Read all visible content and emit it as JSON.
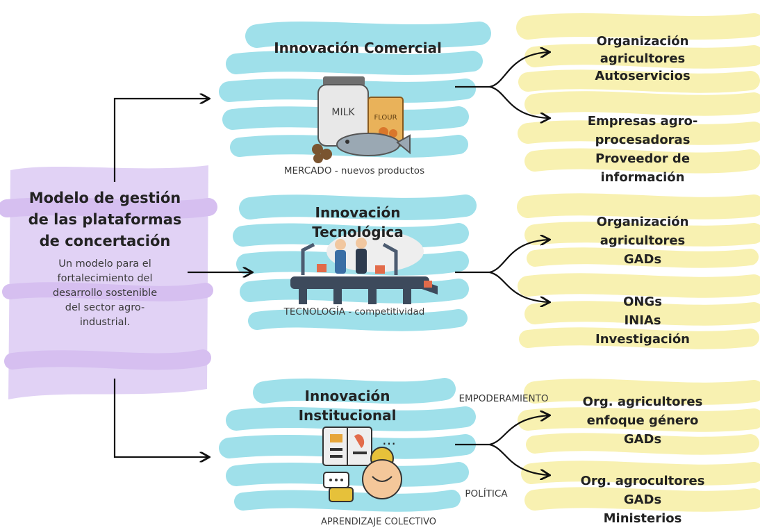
{
  "colors": {
    "cyan_wash": "#7fd6e4",
    "yellow_wash": "#f7eea0",
    "purple_wash": "#d9c3f2",
    "arrow": "#111111",
    "text": "#222222"
  },
  "center": {
    "title_lines": [
      "Modelo de gestión",
      "de las plataformas",
      "de concertación"
    ],
    "subtitle_lines": [
      "Un modelo para el",
      "fortalecimiento del",
      "desarrollo sostenible",
      "del sector agro-",
      "industrial."
    ]
  },
  "branches": [
    {
      "title_lines": [
        "Innovación Comercial"
      ],
      "caption": "MERCADO - nuevos productos",
      "icon": "grocery-icon",
      "illustration_labels": {
        "jar": "MILK",
        "bag": "FLOUR"
      }
    },
    {
      "title_lines": [
        "Innovación",
        "Tecnológica"
      ],
      "caption": "TECNOLOGÍA - competitividad",
      "icon": "factory-line-icon"
    },
    {
      "title_lines": [
        "Innovación",
        "Institucional"
      ],
      "caption": "APRENDIZAJE COLECTIVO",
      "icon": "learning-icon",
      "side_labels": [
        "EMPODERAMIENTO",
        "POLÍTICA"
      ]
    }
  ],
  "outcomes": [
    [
      "Organización",
      "agricultores",
      "Autoservicios"
    ],
    [
      "Empresas agro-",
      "procesadoras",
      "Proveedor de",
      "información"
    ],
    [
      "Organización",
      "agricultores",
      "GADs"
    ],
    [
      "ONGs",
      "INIAs",
      "Investigación"
    ],
    [
      "Org. agricultores",
      "enfoque género",
      "GADs"
    ],
    [
      "Org. agrocultores",
      "GADs",
      "Ministerios"
    ]
  ]
}
